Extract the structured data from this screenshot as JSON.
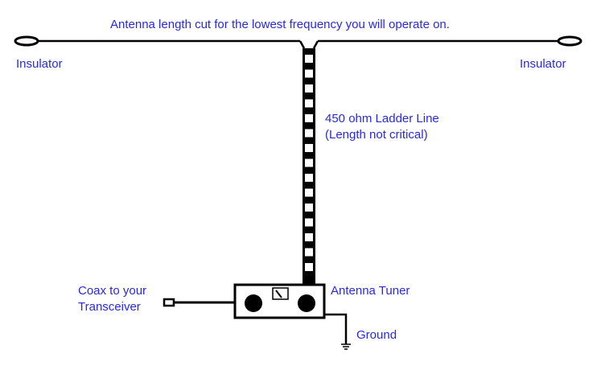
{
  "labels": {
    "title": "Antenna length cut for the lowest frequency you will operate on.",
    "insulator_left": "Insulator",
    "insulator_right": "Insulator",
    "ladder_line": "450 ohm Ladder Line",
    "ladder_note": "(Length not critical)",
    "coax_1": "Coax to your",
    "coax_2": "Transceiver",
    "tuner": "Antenna Tuner",
    "ground": "Ground"
  },
  "colors": {
    "text": "#2a2ad8",
    "line": "#000000"
  }
}
